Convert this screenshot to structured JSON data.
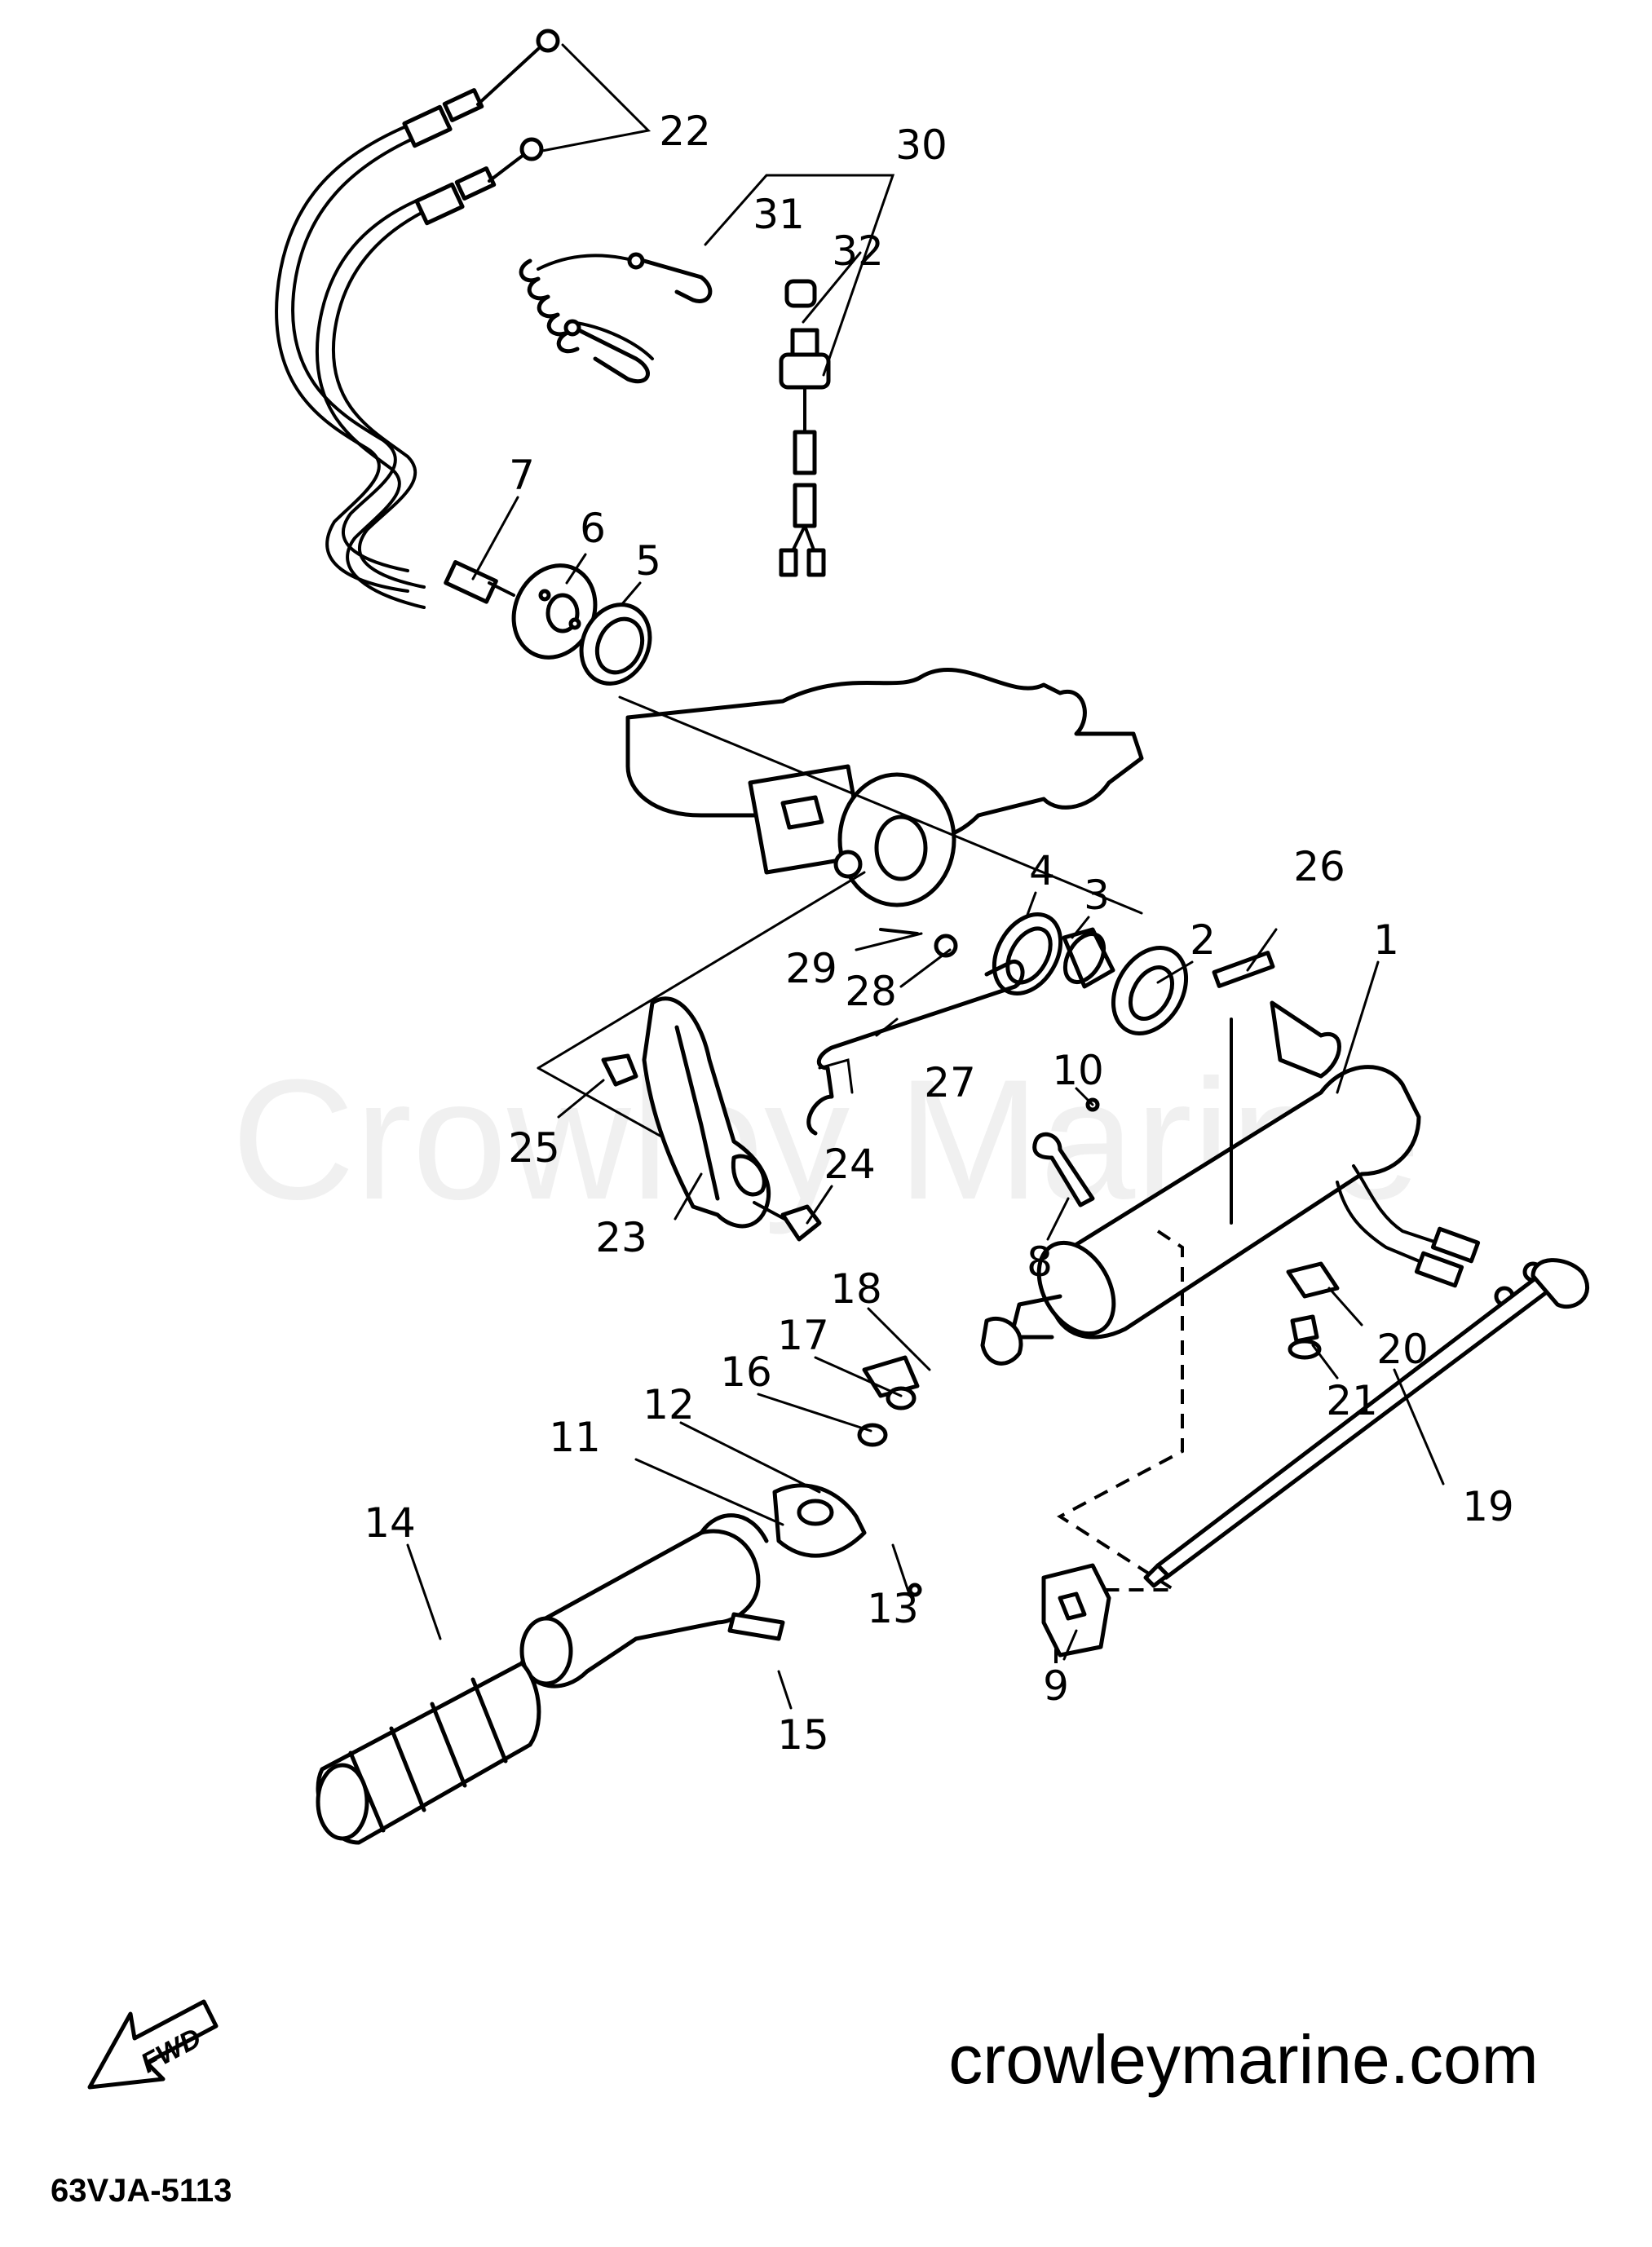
{
  "callouts": [
    {
      "text": "1"
    },
    {
      "text": "2"
    },
    {
      "text": "3"
    },
    {
      "text": "4"
    },
    {
      "text": "5"
    },
    {
      "text": "6"
    },
    {
      "text": "7"
    },
    {
      "text": "8"
    },
    {
      "text": "9"
    },
    {
      "text": "10"
    },
    {
      "text": "11"
    },
    {
      "text": "12"
    },
    {
      "text": "13"
    },
    {
      "text": "14"
    },
    {
      "text": "15"
    },
    {
      "text": "16"
    },
    {
      "text": "17"
    },
    {
      "text": "18"
    },
    {
      "text": "19"
    },
    {
      "text": "20"
    },
    {
      "text": "21"
    },
    {
      "text": "22"
    },
    {
      "text": "23"
    },
    {
      "text": "24"
    },
    {
      "text": "25"
    },
    {
      "text": "26"
    },
    {
      "text": "27"
    },
    {
      "text": "28"
    },
    {
      "text": "29"
    },
    {
      "text": "30"
    },
    {
      "text": "31"
    },
    {
      "text": "32"
    }
  ],
  "watermark": "Crowley Marine",
  "website": "crowleymarine.com",
  "diagram_code": "63VJA-5113",
  "fwd_label": "FWD"
}
